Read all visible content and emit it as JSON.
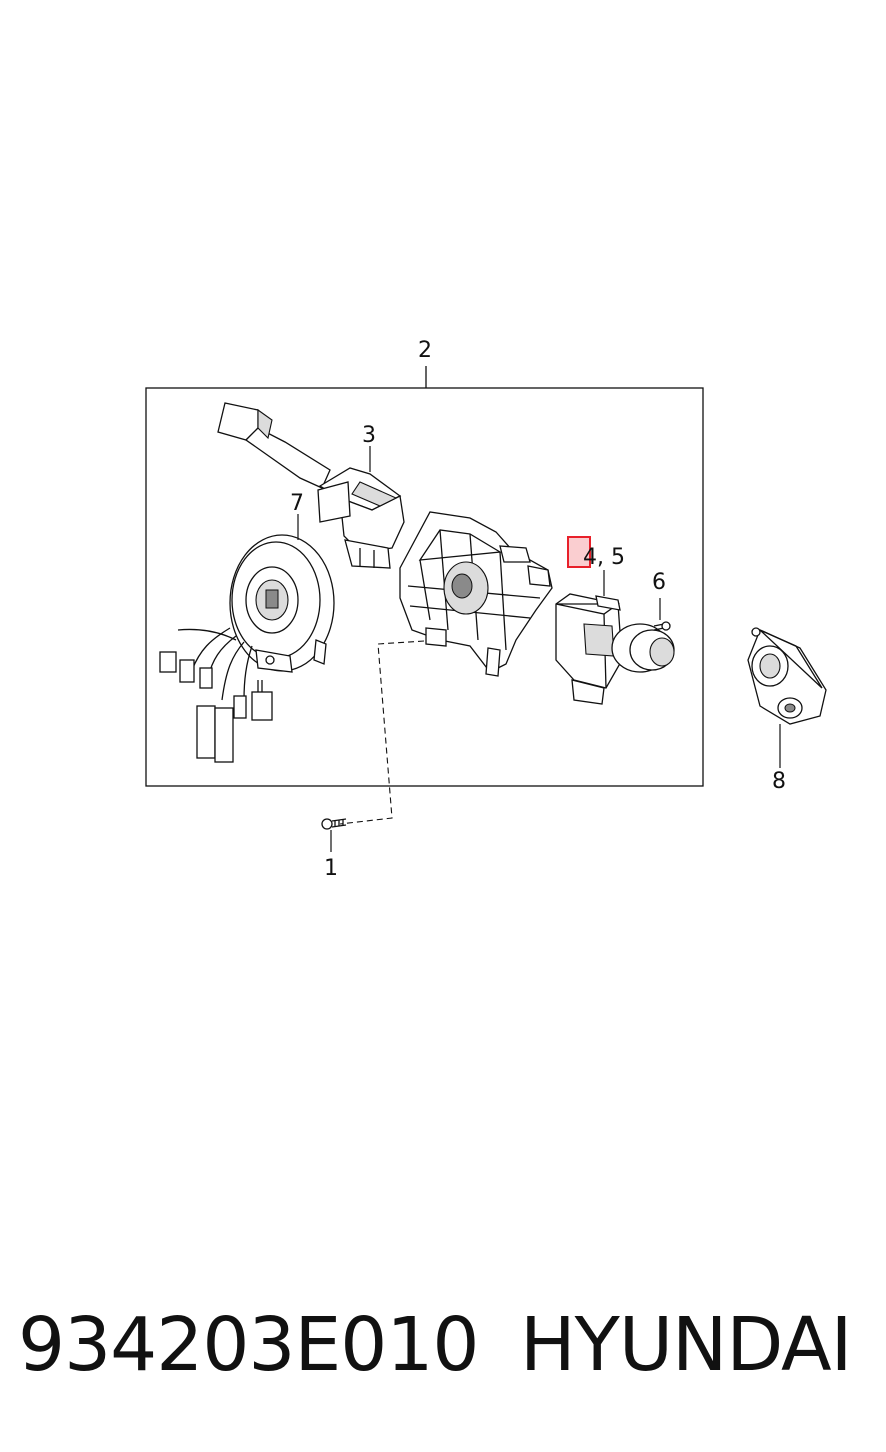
{
  "diagram": {
    "callouts": {
      "c1": "1",
      "c2": "2",
      "c3": "3",
      "c45": "4, 5",
      "c6": "6",
      "c7": "7",
      "c8": "8"
    },
    "highlight_color": "#e8202a"
  },
  "caption": {
    "part_number": "934203E010",
    "brand": "HYUNDAI"
  }
}
